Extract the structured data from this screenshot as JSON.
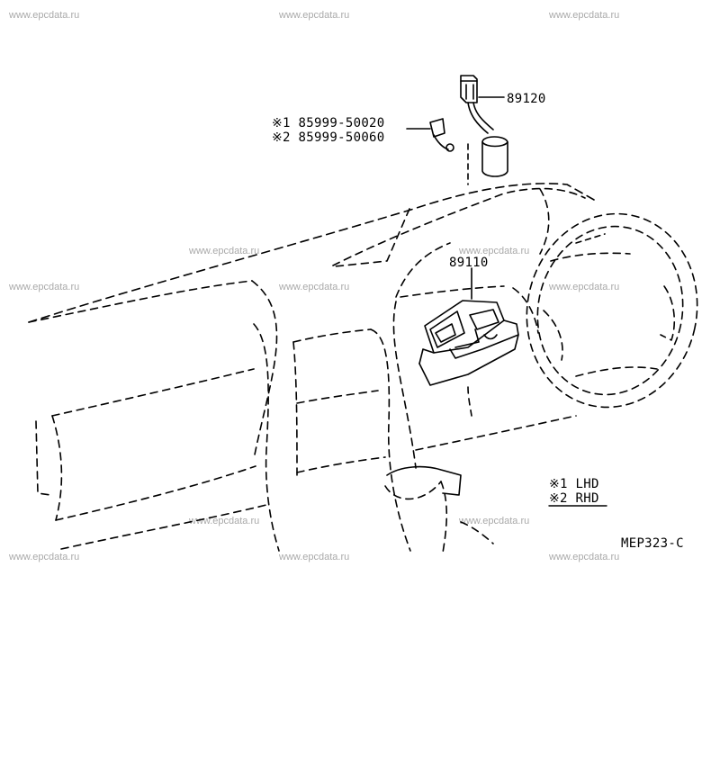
{
  "watermark": "www.epcdata.ru",
  "parts": {
    "sensor": "89120",
    "bracket": "89110",
    "bolt_lhd": "※1 85999-50020",
    "bolt_rhd": "※2 85999-50060"
  },
  "legend": {
    "lhd": "※1 LHD",
    "rhd": "※2 RHD"
  },
  "diagram_code": "MEP323-C"
}
